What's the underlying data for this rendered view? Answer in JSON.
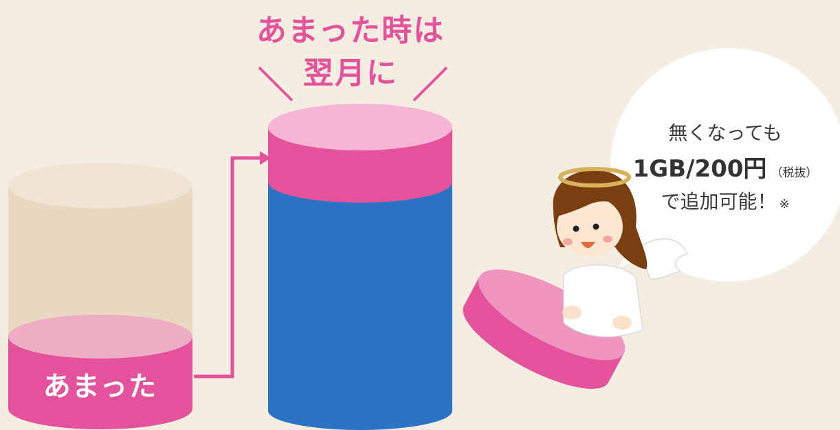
{
  "headline": {
    "line1": "あまった時は",
    "line2": "翌月に",
    "slash_left": "＼",
    "slash_right": "／"
  },
  "left_cylinder": {
    "label": "あまった"
  },
  "bubble": {
    "line1": "無くなっても",
    "price": "1GB/200円",
    "tax_note": "（税抜）",
    "line3": "で追加可能！",
    "footnote_mark": "※"
  },
  "colors": {
    "background": "#f4ede2",
    "accent_pink": "#e3529a",
    "light_pink": "#f5b2d2",
    "blue": "#2b73c5",
    "beige_empty": "#ecdfcb"
  },
  "icons": [
    "arrow-right-icon",
    "angel-character-icon",
    "pink-disc-icon"
  ]
}
